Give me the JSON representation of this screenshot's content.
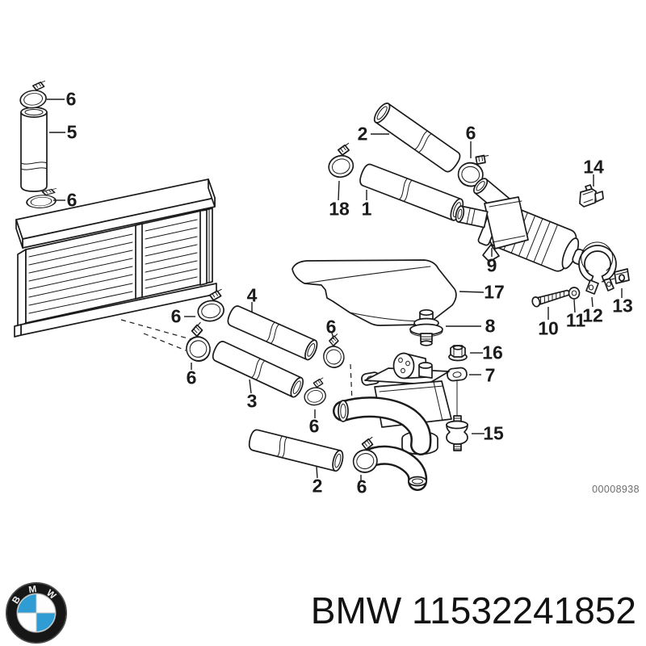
{
  "diagram": {
    "watermark": "00008938",
    "callouts": [
      {
        "label": "6"
      },
      {
        "label": "5"
      },
      {
        "label": "6"
      },
      {
        "label": "2"
      },
      {
        "label": "6"
      },
      {
        "label": "18"
      },
      {
        "label": "1"
      },
      {
        "label": "14"
      },
      {
        "label": "9"
      },
      {
        "label": "17"
      },
      {
        "label": "10"
      },
      {
        "label": "11"
      },
      {
        "label": "12"
      },
      {
        "label": "13"
      },
      {
        "label": "8"
      },
      {
        "label": "16"
      },
      {
        "label": "7"
      },
      {
        "label": "15"
      },
      {
        "label": "6"
      },
      {
        "label": "4"
      },
      {
        "label": "6"
      },
      {
        "label": "3"
      },
      {
        "label": "6"
      },
      {
        "label": "6"
      },
      {
        "label": "2"
      },
      {
        "label": "6"
      }
    ]
  },
  "footer": {
    "brand": "BMW",
    "part_number": "11532241852",
    "logo_letters": [
      "B",
      "M",
      "W"
    ]
  },
  "colors": {
    "bmw_blue": "#2f9cd3",
    "line_color": "#1b1b1b",
    "watermark_gray": "#6d6d6d"
  }
}
